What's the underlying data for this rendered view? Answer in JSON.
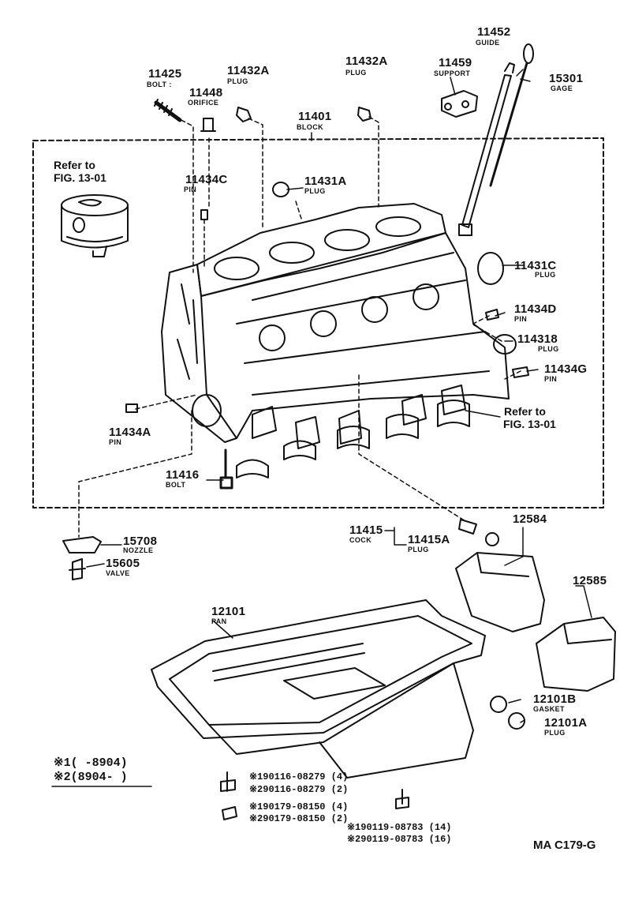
{
  "parts": {
    "p11425": {
      "number": "11425",
      "name": "BOLT :"
    },
    "p11448": {
      "number": "11448",
      "name": "ORIFICE"
    },
    "p11432a_1": {
      "number": "11432A",
      "name": "PLUG"
    },
    "p11432a_2": {
      "number": "11432A",
      "name": "PLUG"
    },
    "p11401": {
      "number": "11401",
      "name": "BLOCK"
    },
    "p11459": {
      "number": "11459",
      "name": "SUPPORT"
    },
    "p11452": {
      "number": "11452",
      "name": "GUIDE"
    },
    "p15301": {
      "number": "15301",
      "name": "GAGE"
    },
    "p11434c": {
      "number": "11434C",
      "name": "PIN"
    },
    "p11431a": {
      "number": "11431A",
      "name": "PLUG"
    },
    "p11431c": {
      "number": "11431C",
      "name": "PLUG"
    },
    "p11434d": {
      "number": "11434D",
      "name": "PIN"
    },
    "p11431b": {
      "number": "114318",
      "name": "PLUG"
    },
    "p11434g": {
      "number": "11434G",
      "name": "PIN"
    },
    "p11434a": {
      "number": "11434A",
      "name": "PIN"
    },
    "p11416": {
      "number": "11416",
      "name": "BOLT"
    },
    "p11415": {
      "number": "11415",
      "name": "COCK"
    },
    "p11415a": {
      "number": "11415A",
      "name": "PLUG"
    },
    "p15708": {
      "number": "15708",
      "name": "NOZZLE"
    },
    "p15605": {
      "number": "15605",
      "name": "VALVE"
    },
    "p12584": {
      "number": "12584"
    },
    "p12585": {
      "number": "12585"
    },
    "p12101": {
      "number": "12101",
      "name": "PAN"
    },
    "p12101b": {
      "number": "12101B",
      "name": "GASKET"
    },
    "p12101a": {
      "number": "12101A",
      "name": "PLUG"
    }
  },
  "references": {
    "ref_piston": {
      "line1": "Refer to",
      "line2": "FIG. 13-01"
    },
    "ref_bearing": {
      "line1": "Refer to",
      "line2": "FIG. 13-01"
    }
  },
  "fasteners": [
    "※190116-08279 (4)",
    "※290116-08279 (2)",
    "※190179-08150 (4)",
    "※290179-08150 (2)",
    "※190119-08783 (14)",
    "※290119-08783 (16)"
  ],
  "legend": [
    "※1(      -8904)",
    "※2(8904-      )"
  ],
  "drawing_code": "MA  C179-G"
}
